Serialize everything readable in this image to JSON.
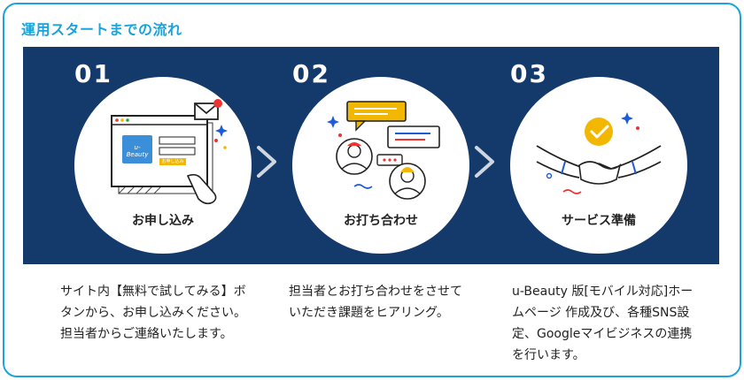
{
  "section": {
    "title": "運用スタートまでの流れ"
  },
  "colors": {
    "accent": "#1aa3dc",
    "banner": "#143a6b",
    "check": "#f2b700",
    "bubble": "#f2b700"
  },
  "steps": [
    {
      "number": "01",
      "label": "お申し込み",
      "description": "サイト内【無料で試してみる】ボタンから、お申し込みください。担当者からご連絡いたします。",
      "card_logo": "u-Beauty",
      "card_button": "お申し込み"
    },
    {
      "number": "02",
      "label": "お打ち合わせ",
      "description": "担当者とお打ち合わせをさせていただき課題をヒアリング。"
    },
    {
      "number": "03",
      "label": "サービス準備",
      "description": "u-Beauty 版[モバイル対応]ホームページ 作成及び、各種SNS設定、Googleマイビジネスの連携を行います。"
    }
  ]
}
